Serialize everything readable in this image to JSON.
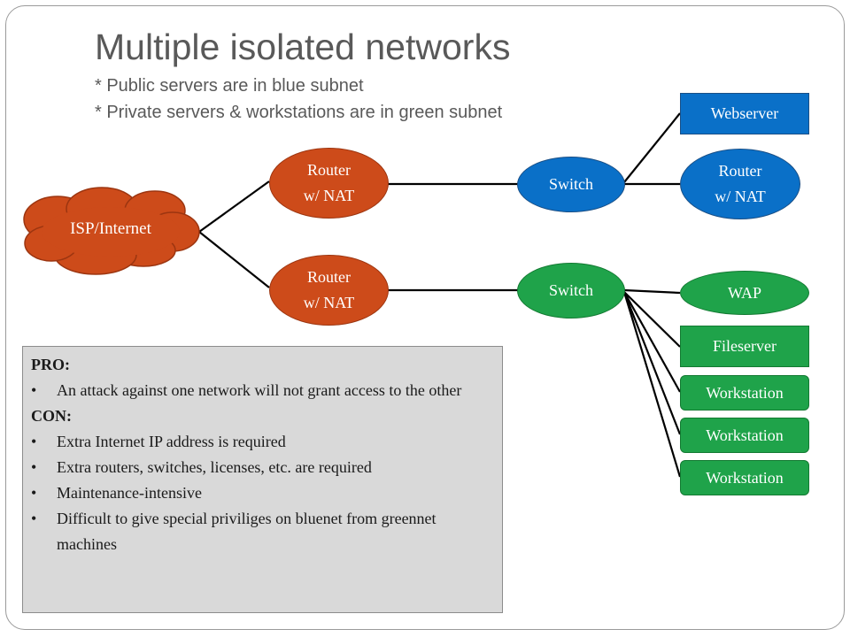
{
  "title": "Multiple isolated networks",
  "subtitle_lines": [
    "* Public servers are in blue subnet",
    "* Private servers & workstations are in green subnet"
  ],
  "nodes": {
    "isp": "ISP/Internet",
    "router_top": [
      "Router",
      "w/ NAT"
    ],
    "router_bottom": [
      "Router",
      "w/ NAT"
    ],
    "switch_blue": "Switch",
    "switch_green": "Switch",
    "webserver": "Webserver",
    "router_right": [
      "Router",
      "w/ NAT"
    ],
    "wap": "WAP",
    "fileserver": "Fileserver",
    "workstations": [
      "Workstation",
      "Workstation",
      "Workstation"
    ]
  },
  "info_box": {
    "pro_heading": "PRO:",
    "pro_items": [
      "An attack against one network will not grant access to the other"
    ],
    "con_heading": "CON:",
    "con_items": [
      "Extra Internet IP address is required",
      "Extra routers, switches, licenses, etc. are required",
      "Maintenance-intensive",
      "Difficult to give special priviliges on bluenet from greennet machines"
    ]
  },
  "colors": {
    "internet_router": "#cd4b1a",
    "blue_subnet": "#0a70c8",
    "green_subnet": "#1fa34a",
    "text_gray": "#595959"
  }
}
